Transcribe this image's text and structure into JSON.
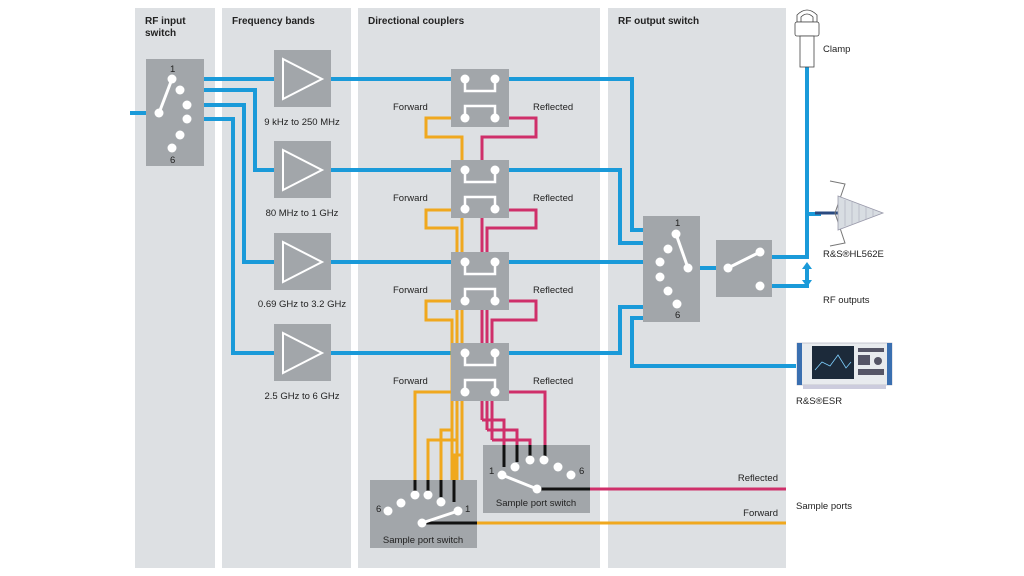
{
  "columns": {
    "rf_input_switch": [
      "RF input",
      "switch"
    ],
    "frequency_bands": "Frequency bands",
    "directional_couplers": "Directional couplers",
    "rf_output_switch": "RF output switch"
  },
  "input_switch": {
    "first_port": "1",
    "last_port": "6"
  },
  "amplifiers": [
    {
      "label": "9 kHz to 250 MHz"
    },
    {
      "label": "80 MHz to 1 GHz"
    },
    {
      "label": "0.69 GHz to 3.2 GHz"
    },
    {
      "label": "2.5 GHz to 6 GHz"
    }
  ],
  "couplers": [
    {
      "forward": "Forward",
      "reflected": "Reflected"
    },
    {
      "forward": "Forward",
      "reflected": "Reflected"
    },
    {
      "forward": "Forward",
      "reflected": "Reflected"
    },
    {
      "forward": "Forward",
      "reflected": "Reflected"
    }
  ],
  "sample_switches": {
    "forward": {
      "label": "Sample port switch",
      "first_port": "1",
      "last_port": "6"
    },
    "reflected": {
      "label": "Sample port switch",
      "first_port": "1",
      "last_port": "6"
    }
  },
  "output_switch": {
    "first_port": "1",
    "last_port": "6"
  },
  "sample_lines": {
    "reflected": "Reflected",
    "forward": "Forward"
  },
  "devices": {
    "clamp": "Clamp",
    "antenna": "R&S®HL562E",
    "rf_outputs": "RF outputs",
    "receiver": "R&S®ESR",
    "sample_ports": "Sample ports"
  },
  "colors": {
    "rf_line": "#1a9ad9",
    "forward_line": "#f0a81e",
    "reflected_line": "#cf2f6a",
    "panel": "#dde0e3",
    "block": "#a2a6aa"
  }
}
